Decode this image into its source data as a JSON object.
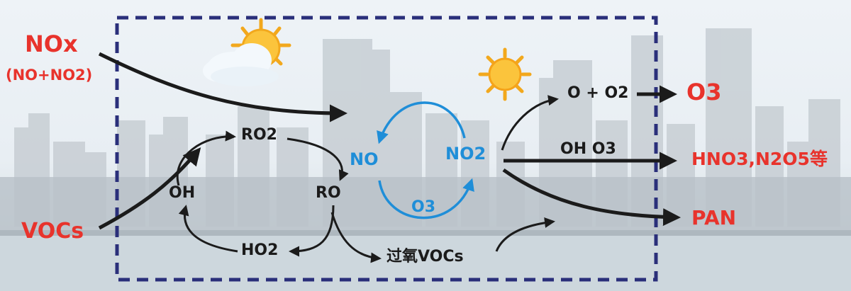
{
  "colors": {
    "red": "#e8332c",
    "blue": "#1f8ed8",
    "black": "#1b1b1b",
    "frame": "#2a2f7a"
  },
  "icons": {
    "sun_cloud": "sun-with-cloud-icon",
    "sun": "sun-icon"
  },
  "labels": {
    "nox": "NOx",
    "nox_detail": "(NO+NO2)",
    "vocs": "VOCs",
    "ro2": "RO2",
    "oh": "OH",
    "ro": "RO",
    "ho2": "HO2",
    "peroxy_vocs": "过氧VOCs",
    "no": "NO",
    "no2": "NO2",
    "o3_cycle": "O3",
    "o_plus_o2": "O + O2",
    "oh_o3": "OH  O3",
    "o3": "O3",
    "hno3_n2o5": "HNO3,N2O5等",
    "pan": "PAN"
  }
}
